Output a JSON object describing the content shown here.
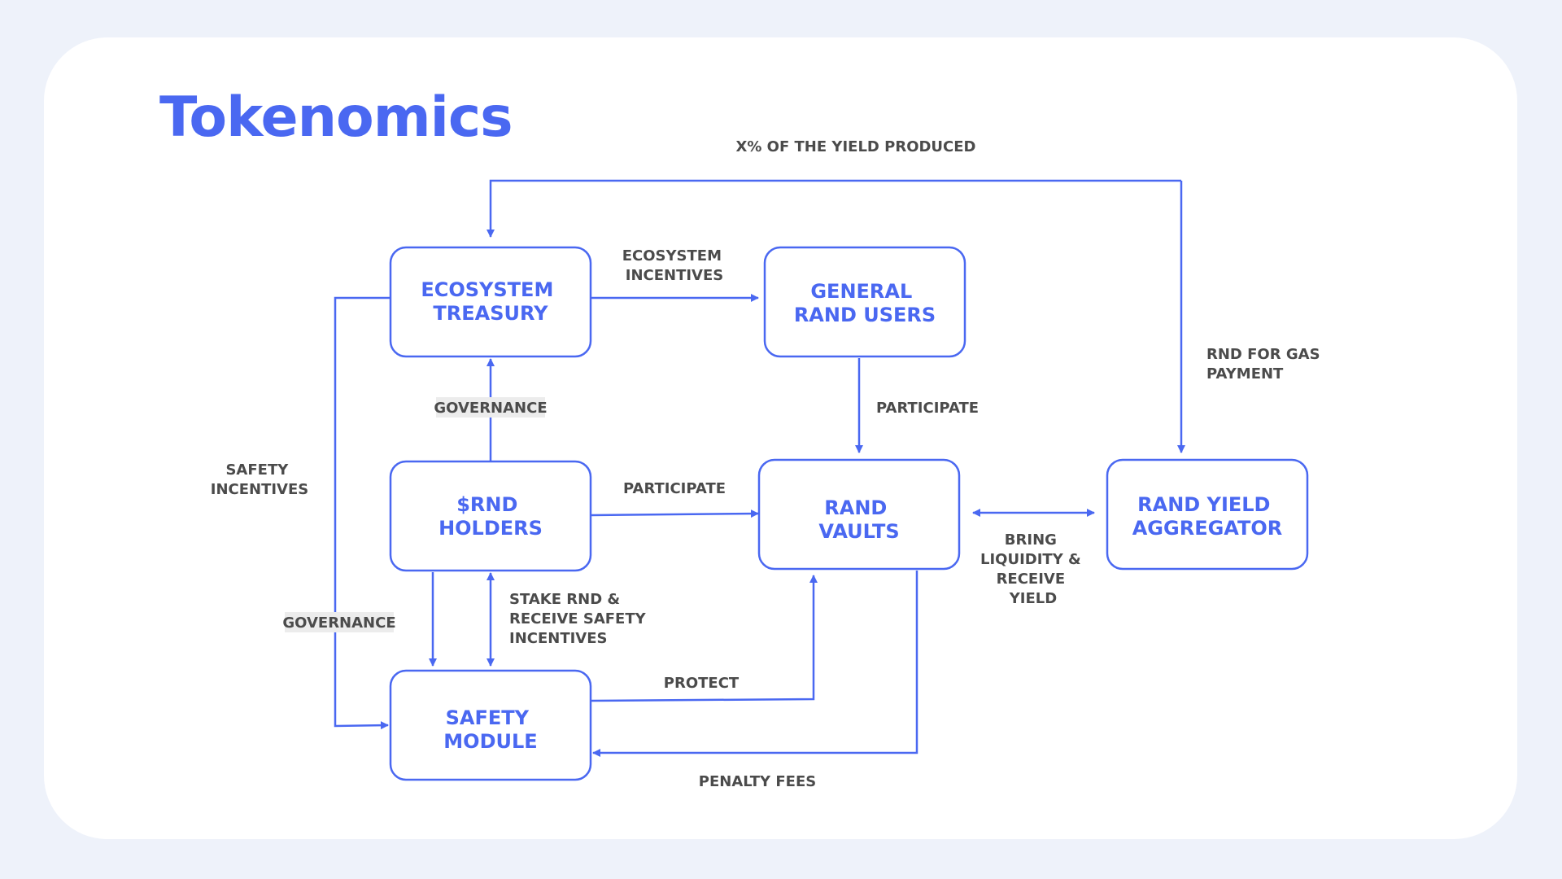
{
  "page": {
    "title": "Tokenomics",
    "accent_color": "#4a68f1",
    "text_color": "#4b4b4b"
  },
  "diagram": {
    "nodes": {
      "ecosystem_treasury": [
        "ECOSYSTEM",
        "TREASURY"
      ],
      "general_rand_users": [
        "GENERAL",
        "RAND USERS"
      ],
      "rnd_holders": [
        "$RND",
        "HOLDERS"
      ],
      "rand_vaults": [
        "RAND",
        "VAULTS"
      ],
      "rand_yield_aggregator": [
        "RAND YIELD",
        "AGGREGATOR"
      ],
      "safety_module": [
        "SAFETY",
        "MODULE"
      ]
    },
    "edges": {
      "yield_share": [
        "X% OF THE YIELD PRODUCED"
      ],
      "ecosystem_incentives": [
        "ECOSYSTEM",
        "INCENTIVES"
      ],
      "users_participate": [
        "PARTICIPATE"
      ],
      "holders_governance": [
        "GOVERNANCE"
      ],
      "holders_participate": [
        "PARTICIPATE"
      ],
      "gas_payment": [
        "RND FOR GAS",
        "PAYMENT"
      ],
      "safety_incentives": [
        "SAFETY",
        "INCENTIVES"
      ],
      "module_governance": [
        "GOVERNANCE"
      ],
      "liquidity_yield": [
        "BRING",
        "LIQUIDITY &",
        "RECEIVE",
        "YIELD"
      ],
      "stake_rnd": [
        "STAKE RND &",
        "RECEIVE SAFETY",
        "INCENTIVES"
      ],
      "protect": [
        "PROTECT"
      ],
      "penalty_fees": [
        "PENALTY FEES"
      ]
    }
  }
}
